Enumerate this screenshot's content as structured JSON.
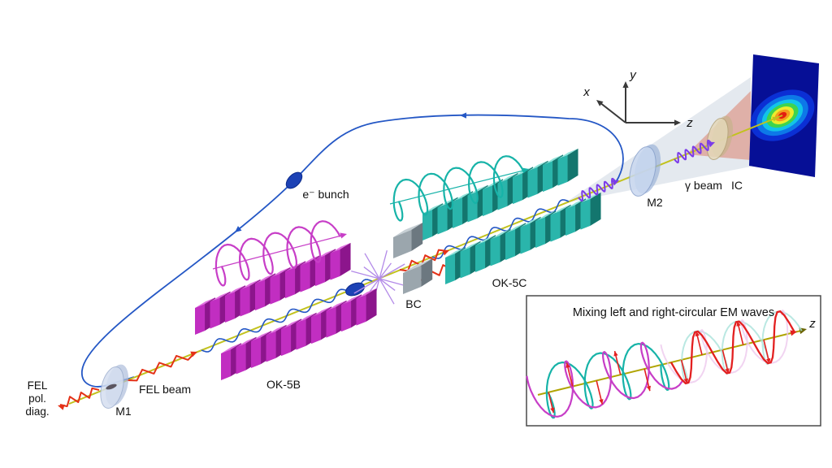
{
  "labels": {
    "fel_line1": "FEL",
    "fel_line2": "pol.",
    "fel_line3": "diag.",
    "m1": "M1",
    "fel_beam": "FEL beam",
    "ok5b": "OK-5B",
    "bc": "BC",
    "ok5c": "OK-5C",
    "e_bunch": "e⁻ bunch",
    "m2": "M2",
    "gamma_beam": "γ beam",
    "ic": "IC",
    "axis_x": "x",
    "axis_y": "y",
    "axis_z": "z",
    "inset_title": "Mixing left and right-circular EM waves",
    "inset_axis_z": "z"
  },
  "colors": {
    "orbit_blue": "#2457c5",
    "bunch_fill": "#1d42b5",
    "bunch_stroke": "#0c2a8a",
    "beam_yellow": "#c2c21e",
    "red": "#e43117",
    "magenta_front": "#c12ec1",
    "magenta_top": "#e070e0",
    "magenta_side": "#8c158c",
    "teal_front": "#2ab5ab",
    "teal_top": "#8fe3da",
    "teal_side": "#13766e",
    "gray_front": "#9ba6ad",
    "gray_top": "#c6cfd4",
    "gray_side": "#6c7880",
    "purple": "#7b3be8",
    "violet_flash": "#b38ae8",
    "axis_dark": "#3a3a3a",
    "magenta_wave": "#c73ec7",
    "teal_wave": "#17b3a8",
    "inset_red": "#e32020",
    "cone_gray": "#b9c5d6",
    "cone_red": "#d96b52",
    "screen_bg": "#060f96",
    "screen_jet": [
      "#0b2fd4",
      "#0d78e8",
      "#12c4e8",
      "#3ed44e",
      "#ecec2d",
      "#f59a1e",
      "#e31d10"
    ],
    "disc_blue_front": "#c9d8f0",
    "disc_blue_back": "#9db3d8",
    "disc_tan_front": "#e4d8b9",
    "disc_tan_back": "#c6b48c"
  }
}
